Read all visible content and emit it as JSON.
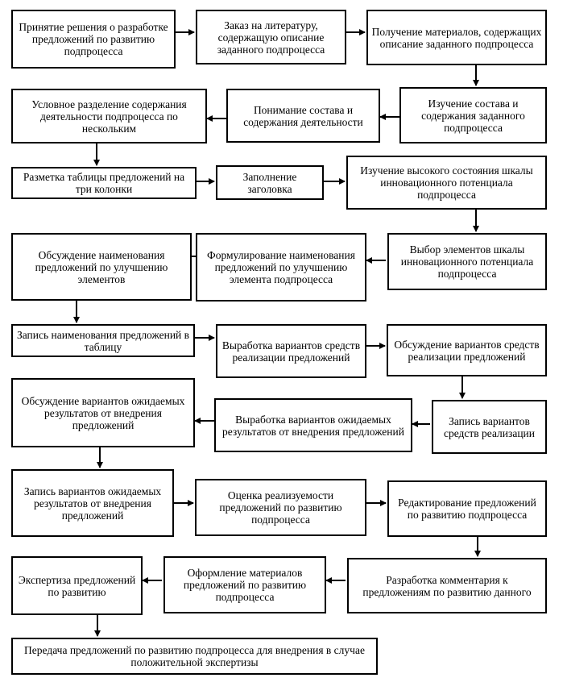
{
  "steps": [
    {
      "id": "s1",
      "text": "Принятие решения о разработке предложений по развитию подпроцесса"
    },
    {
      "id": "s2",
      "text": "Заказ на литературу, содержащую описание заданного подпроцесса"
    },
    {
      "id": "s3",
      "text": "Получение материалов, содержащих описание заданного подпроцесса"
    },
    {
      "id": "s4",
      "text": "Изучение состава и содержания заданного подпроцесса"
    },
    {
      "id": "s5",
      "text": "Понимание состава и содержания деятельности"
    },
    {
      "id": "s6",
      "text": "Условное разделение содержания деятельности подпроцесса по нескольким"
    },
    {
      "id": "s7",
      "text": "Разметка таблицы предложений на три колонки"
    },
    {
      "id": "s8",
      "text": "Заполнение заголовка"
    },
    {
      "id": "s9",
      "text": "Изучение высокого состояния шкалы инновационного потенциала подпроцесса"
    },
    {
      "id": "s10",
      "text": "Выбор элементов шкалы инновационного потенциала подпроцесса"
    },
    {
      "id": "s11",
      "text": "Формулирование наименования предложений по улучшению элемента подпроцесса"
    },
    {
      "id": "s12",
      "text": "Обсуждение наименования предложений по улучшению элементов"
    },
    {
      "id": "s13",
      "text": "Запись наименования предложений в таблицу"
    },
    {
      "id": "s14",
      "text": "Выработка вариантов средств реализации предложений"
    },
    {
      "id": "s15",
      "text": "Обсуждение вариантов средств реализации предложений"
    },
    {
      "id": "s16",
      "text": "Запись вариантов средств реализации"
    },
    {
      "id": "s17",
      "text": "Выработка вариантов ожидаемых результатов от внедрения предложений"
    },
    {
      "id": "s18",
      "text": "Обсуждение вариантов ожидаемых результатов от внедрения предложений"
    },
    {
      "id": "s19",
      "text": "Запись вариантов ожидаемых результатов от внедрения предложений"
    },
    {
      "id": "s20",
      "text": "Оценка реализуемости предложений по развитию подпроцесса"
    },
    {
      "id": "s21",
      "text": "Редактирование предложений по развитию подпроцесса"
    },
    {
      "id": "s22",
      "text": "Разработка комментария к предложениям по развитию данного"
    },
    {
      "id": "s23",
      "text": "Оформление материалов предложений по развитию подпроцесса"
    },
    {
      "id": "s24",
      "text": "Экспертиза предложений по развитию"
    },
    {
      "id": "s25",
      "text": "Передача предложений по развитию подпроцесса для внедрения в случае положительной экспертизы"
    }
  ]
}
